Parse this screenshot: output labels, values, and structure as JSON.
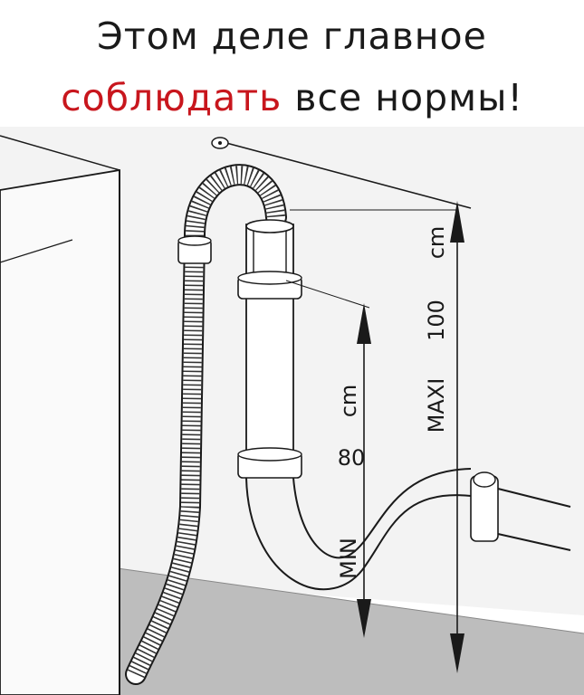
{
  "caption": {
    "line1": "Этом деле главное",
    "line2_accent": "соблюдать",
    "line2_rest": " все нормы!"
  },
  "diagram": {
    "min_label": "MIN",
    "min_value": "80",
    "min_unit": "cm",
    "max_label": "MAXI",
    "max_value": "100",
    "max_unit": "cm"
  },
  "colors": {
    "accent": "#c8161d",
    "text": "#1a1a1a",
    "background": "#ffffff",
    "wall": "#f2f2f2",
    "floor": "#b9b9b9",
    "line": "#1a1a1a"
  }
}
